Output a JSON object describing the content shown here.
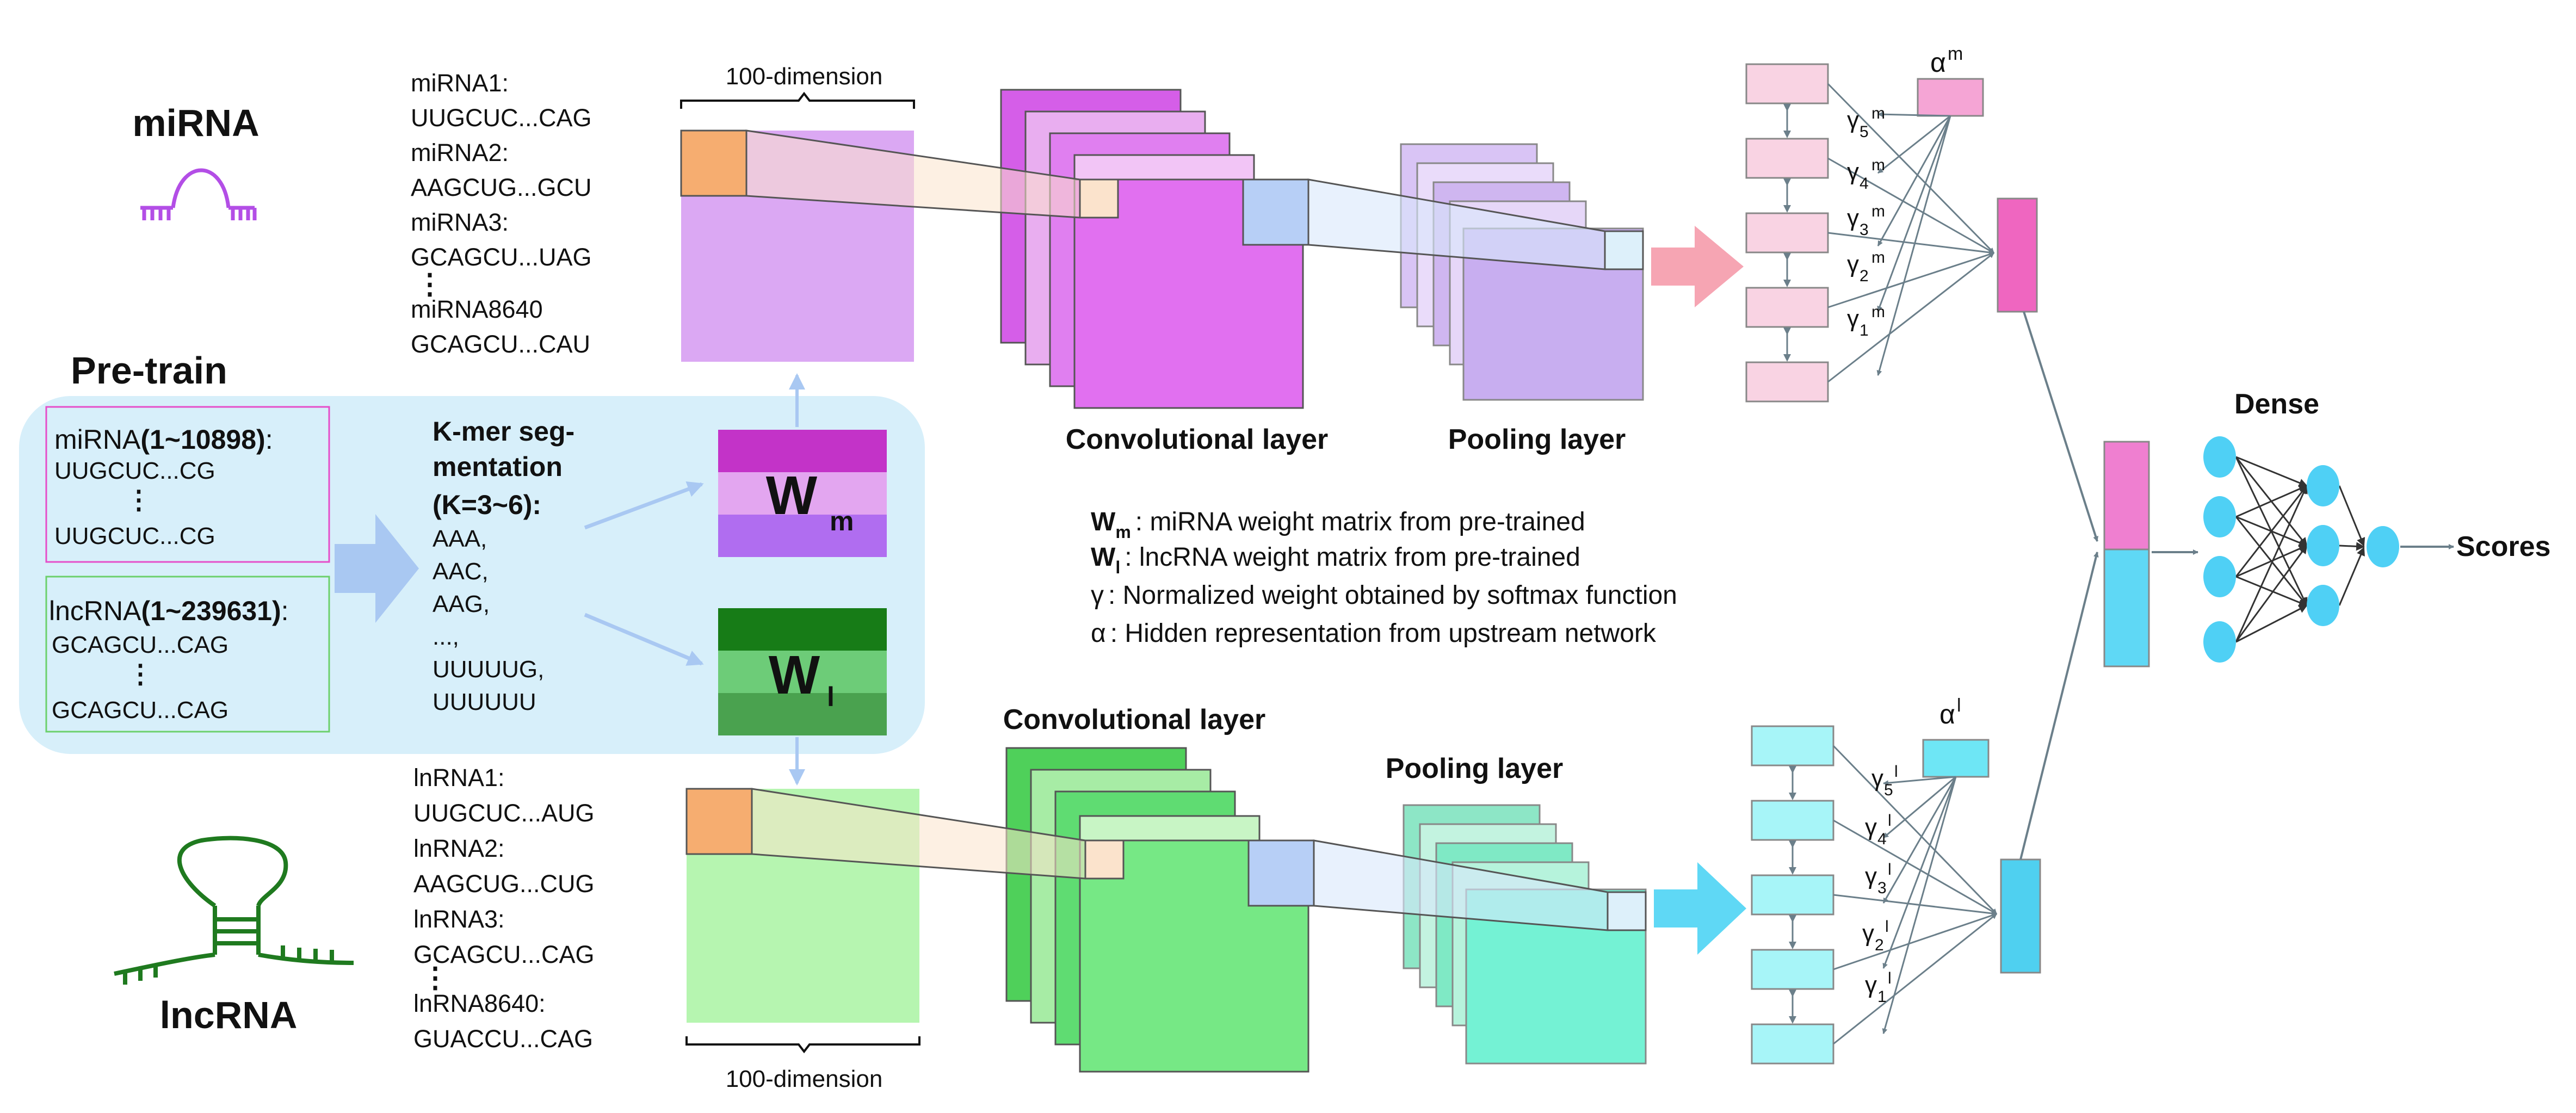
{
  "top": {
    "title": "miRNA",
    "dimension_label": "100-dimension",
    "seq_list": [
      "miRNA1:",
      "UUGCUC...CAG",
      "miRNA2:",
      "AAGCUG...GCU",
      "miRNA3:",
      "GCAGCU...UAG",
      "⋮",
      "miRNA8640",
      "GCAGCU...CAU"
    ],
    "conv_label": "Convolutional layer",
    "pool_label": "Pooling layer",
    "gamma": [
      "γ",
      "γ",
      "γ",
      "γ",
      "γ"
    ],
    "gamma_sub": [
      "5",
      "4",
      "3",
      "2",
      "1"
    ],
    "gamma_sup": "m",
    "alpha": "α",
    "alpha_sup": "m"
  },
  "pretrain": {
    "title": "Pre-train",
    "mirna_name": "miRNA",
    "mirna_range": "(1~10898)",
    "mirna_colon": ":",
    "mirna_seq1": "UUGCUC...CG",
    "mirna_dots": "⋮",
    "mirna_seq2": "UUGCUC...CG",
    "lncrna_name": "lncRNA",
    "lncrna_range": "(1~239631)",
    "lncrna_colon": ":",
    "lncrna_seq1": "GCAGCU...CAG",
    "lncrna_dots": "⋮",
    "lncrna_seq2": "GCAGCU...CAG",
    "kmer_title": [
      "K-mer seg-",
      "mentation",
      "(K=3~6):"
    ],
    "kmer_list": [
      "AAA,",
      "AAC,",
      "AAG,",
      "...,",
      "UUUUUG,",
      "UUUUUU"
    ],
    "wm_symbol": "W",
    "wm_sub": "m",
    "wl_symbol": "W",
    "wl_sub": "l"
  },
  "legend": [
    {
      "symbol": "W",
      "sub": "m",
      "text": ": miRNA weight matrix from pre-trained"
    },
    {
      "symbol": "W",
      "sub": "l",
      "text": ": lncRNA weight matrix from pre-trained"
    },
    {
      "symbol": "γ",
      "sub": "",
      "text": ": Normalized weight obtained by softmax function"
    },
    {
      "symbol": "α",
      "sub": "",
      "text": ": Hidden representation from upstream network"
    }
  ],
  "bottom": {
    "title": "lncRNA",
    "dimension_label": "100-dimension",
    "seq_list": [
      "lnRNA1:",
      "UUGCUC...AUG",
      "lnRNA2:",
      "AAGCUG...CUG",
      "lnRNA3:",
      "GCAGCU...CAG",
      "⋮",
      "lnRNA8640:",
      "GUACCU...CAG"
    ],
    "conv_label": "Convolutional layer",
    "pool_label": "Pooling layer",
    "gamma": [
      "γ",
      "γ",
      "γ",
      "γ",
      "γ"
    ],
    "gamma_sub": [
      "5",
      "4",
      "3",
      "2",
      "1"
    ],
    "gamma_sup": "l",
    "alpha": "α",
    "alpha_sup": "l"
  },
  "dense": {
    "label": "Dense",
    "scores": "Scores"
  },
  "colors": {
    "mirna_purple": "#b34ee6",
    "lncrna_green": "#1f7a1f",
    "pink": "#f5cfe0",
    "cyan": "#6ee6f5",
    "dense_node": "#4fd0f5",
    "pretrain_bg": "#d7effa"
  }
}
